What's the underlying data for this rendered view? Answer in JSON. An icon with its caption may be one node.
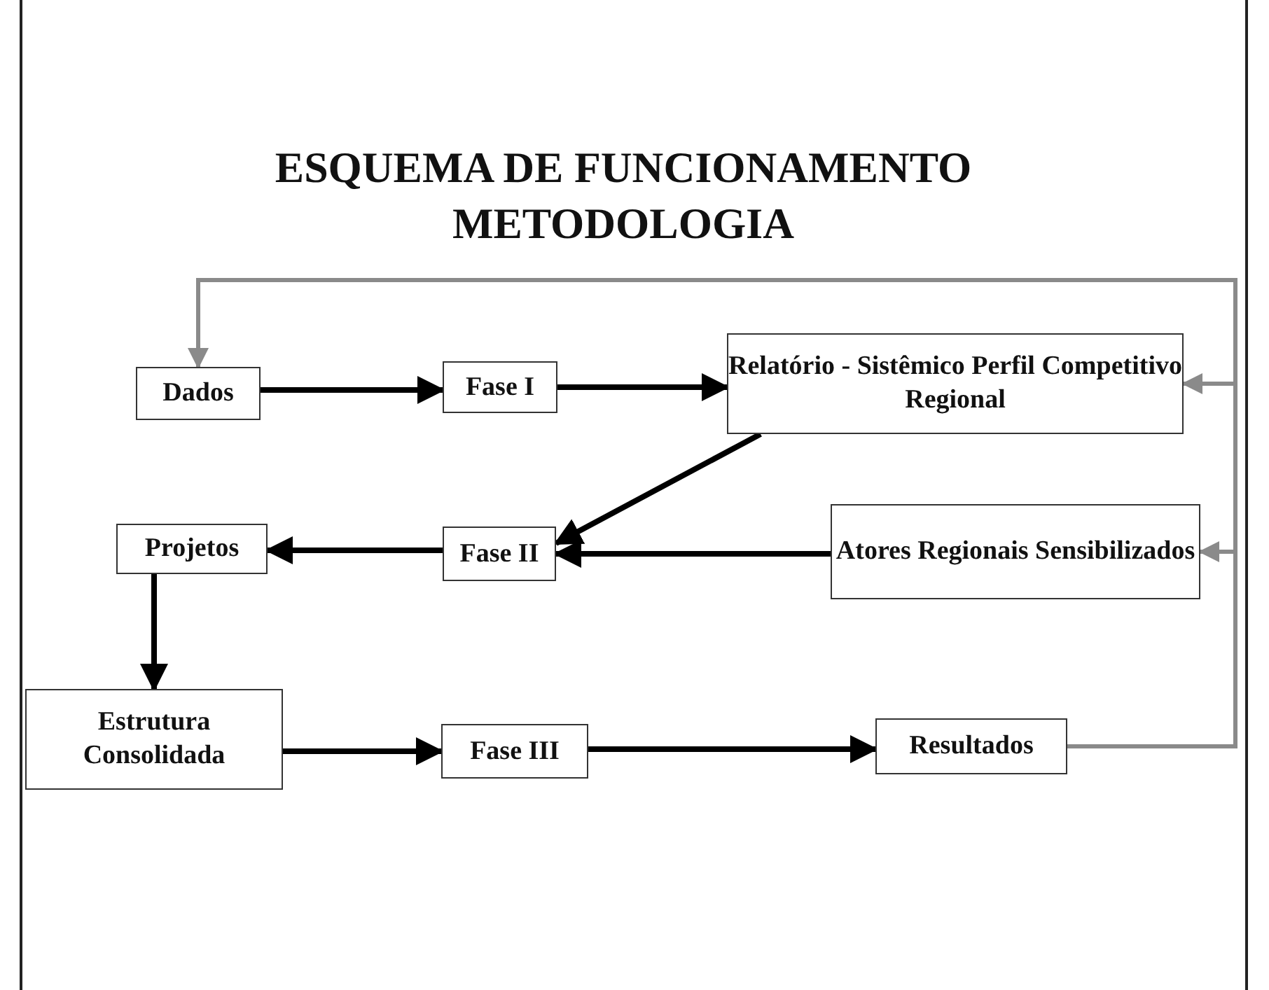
{
  "diagram": {
    "title": "ESQUEMA DE FUNCIONAMENTO METODOLOGIA",
    "nodes": [
      {
        "text": [
          "Dados"
        ]
      },
      {
        "text": [
          "Fase I"
        ]
      },
      {
        "text": [
          "Relatório - Sistêmico Perfil Competitivo Regional"
        ]
      },
      {
        "text": [
          "Projetos"
        ]
      },
      {
        "text": [
          "Fase II"
        ]
      },
      {
        "text": [
          "Atores Regionais Sensibilizados"
        ]
      },
      {
        "text": [
          "Estrutura Consolidada"
        ]
      },
      {
        "text": [
          "Fase III"
        ]
      },
      {
        "text": [
          "Resultados"
        ]
      }
    ],
    "edges": [
      {
        "from": 0,
        "to": 1,
        "arrow": "to"
      },
      {
        "from": 1,
        "to": 2,
        "arrow": "to"
      },
      {
        "from": 2,
        "to": 4,
        "arrow": "to"
      },
      {
        "from": 5,
        "to": 4,
        "arrow": "to"
      },
      {
        "from": 4,
        "to": 3,
        "arrow": "to"
      },
      {
        "from": 3,
        "to": 6,
        "arrow": "to"
      },
      {
        "from": 6,
        "to": 7,
        "arrow": "to"
      },
      {
        "from": 7,
        "to": 8,
        "arrow": "to"
      },
      {
        "from": 8,
        "to": 0,
        "arrow": "to",
        "color": "#8a8a8a"
      },
      {
        "from": 8,
        "to": 2,
        "arrow": "to",
        "color": "#8a8a8a"
      },
      {
        "from": 8,
        "to": 5,
        "arrow": "to",
        "color": "#8a8a8a"
      }
    ]
  }
}
